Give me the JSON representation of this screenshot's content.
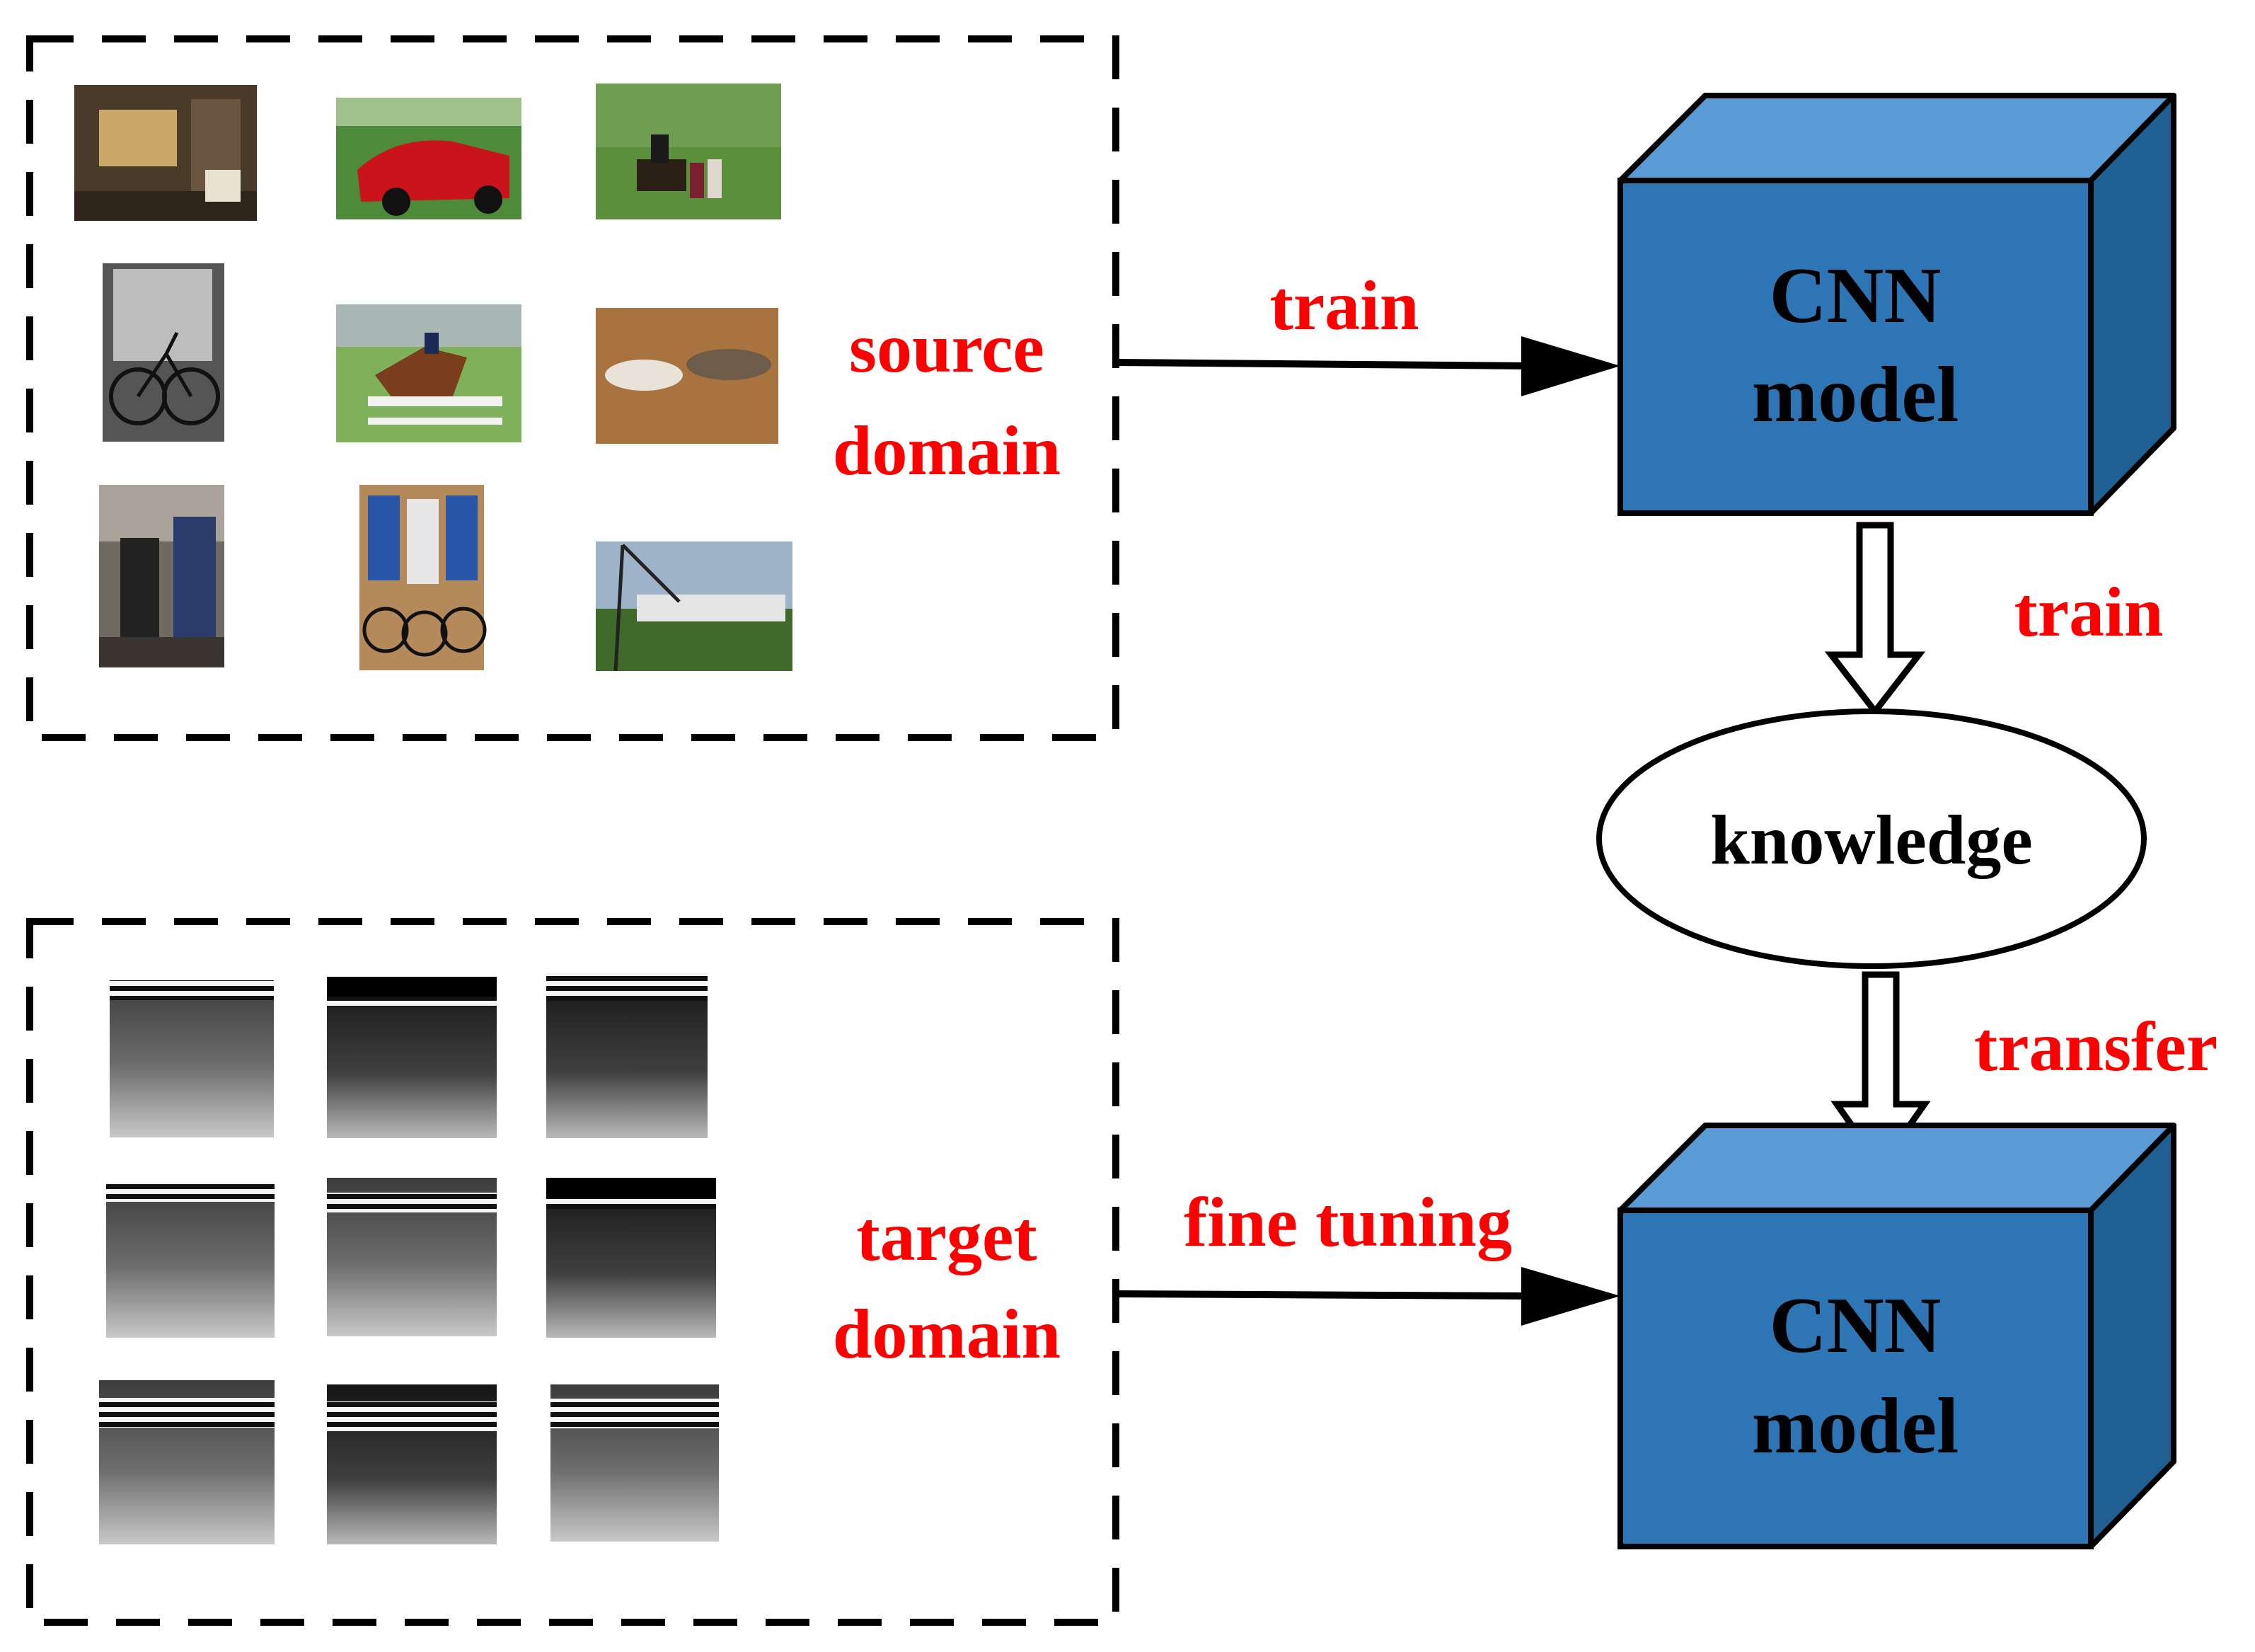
{
  "source": {
    "label_line1": "source",
    "label_line2": "domain",
    "thumbnails": [
      "kitchen-photo",
      "red-car-photo",
      "horse-rider-photo",
      "bicycle-photo",
      "horse-jump-photo",
      "cats-photo",
      "people-dog-photo",
      "cyclists-photo",
      "train-photo"
    ]
  },
  "target": {
    "label_line1": "target",
    "label_line2": "domain",
    "thumbnails": [
      "gpr-scan",
      "gpr-scan",
      "gpr-scan",
      "gpr-scan",
      "gpr-scan",
      "gpr-scan",
      "gpr-scan",
      "gpr-scan",
      "gpr-scan"
    ]
  },
  "arrows": {
    "train_top": "train",
    "train_down": "train",
    "transfer": "transfer",
    "fine_tuning": "fine tuning"
  },
  "model_top": {
    "line1": "CNN",
    "line2": "model"
  },
  "model_bottom": {
    "line1": "CNN",
    "line2": "model"
  },
  "knowledge": "knowledge",
  "colors": {
    "label_red": "#ff0000",
    "cube_front": "#2e75b6",
    "cube_top": "#5b9bd5",
    "cube_side": "#1f5f91",
    "stroke": "#000000"
  }
}
